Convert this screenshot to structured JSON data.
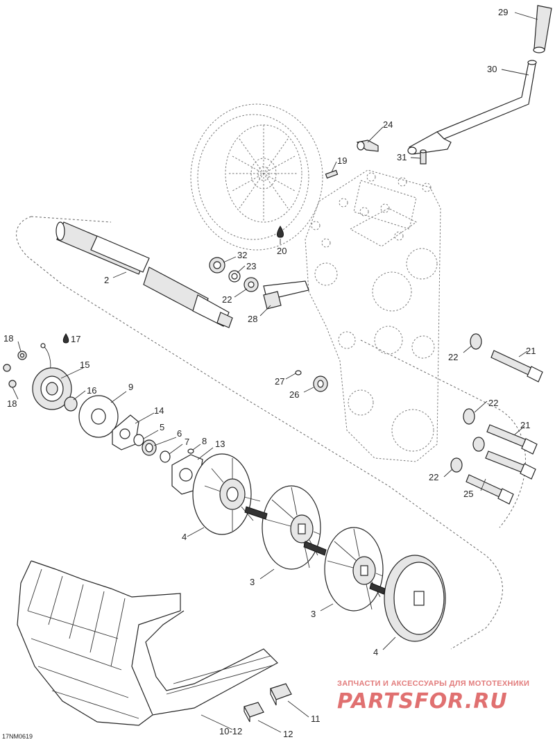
{
  "diagram_code": "17NM0619",
  "watermark": {
    "subtitle": "ЗАПЧАСТИ И АКСЕССУАРЫ ДЛЯ МОТОТЕХНИКИ",
    "brand": "PARTSFOR.RU"
  },
  "callouts": {
    "c29": "29",
    "c30": "30",
    "c24": "24",
    "c19": "19",
    "c31": "31",
    "c20": "20",
    "c2": "2",
    "c32": "32",
    "c23": "23",
    "c22a": "22",
    "c28": "28",
    "c18a": "18",
    "c17": "17",
    "c15": "15",
    "c18b": "18",
    "c16": "16",
    "c9": "9",
    "c14": "14",
    "c5": "5",
    "c6": "6",
    "c7": "7",
    "c8": "8",
    "c13": "13",
    "c27": "27",
    "c26": "26",
    "c22b": "22",
    "c21a": "21",
    "c22c": "22",
    "c21b": "21",
    "c22d": "22",
    "c25": "25",
    "c4a": "4",
    "c3a": "3",
    "c3b": "3",
    "c4b": "4",
    "c11": "11",
    "c10": "10-12",
    "c12": "12"
  }
}
